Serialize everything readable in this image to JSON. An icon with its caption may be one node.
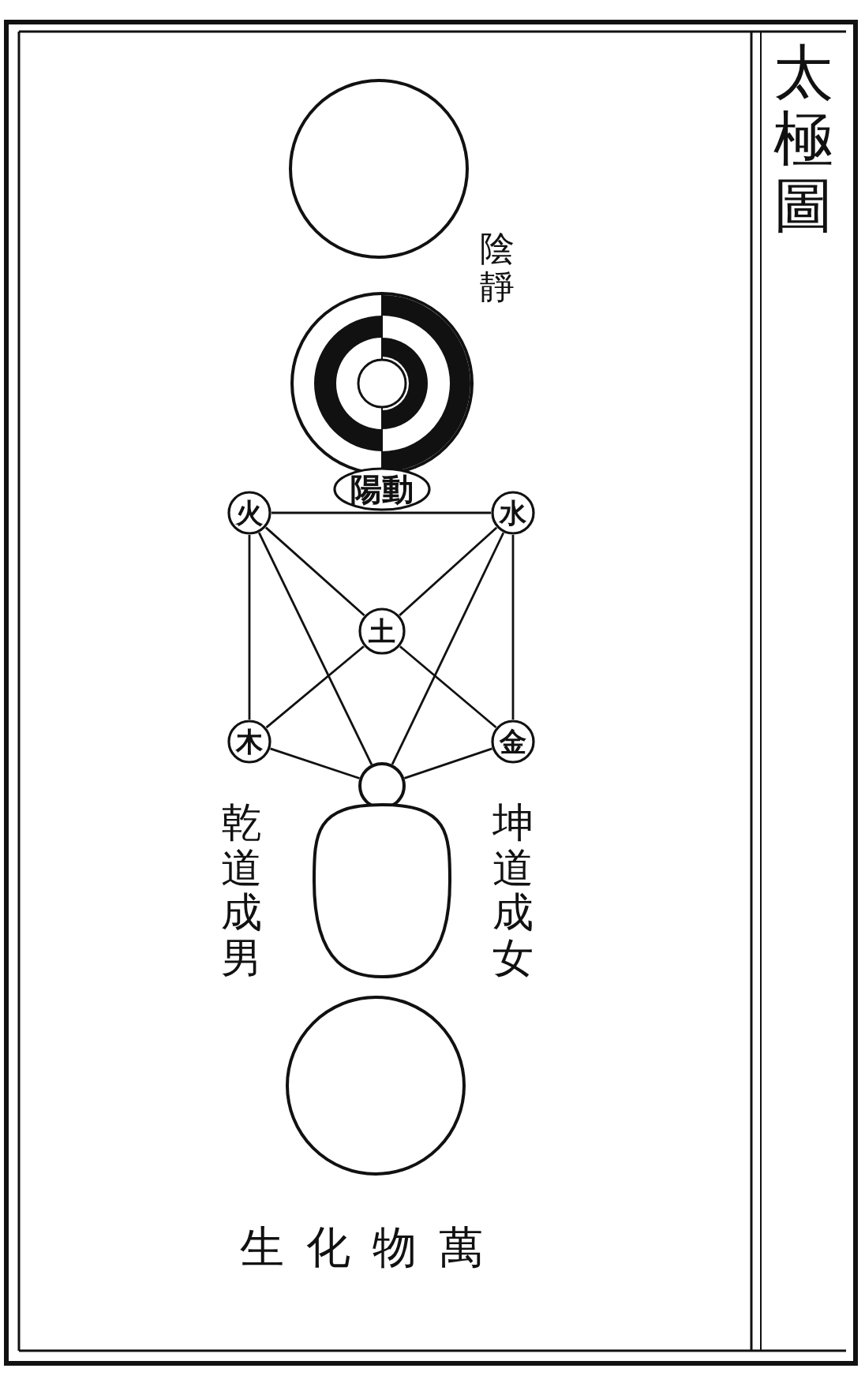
{
  "diagram": {
    "title": "太極圖",
    "nodes": [
      {
        "text": [],
        "shape": "circle"
      },
      {
        "text": [],
        "shape": "circle",
        "beside": [
          "陰靜"
        ]
      },
      {
        "text": [
          "陽動"
        ]
      },
      {
        "text": [
          "火"
        ]
      },
      {
        "text": [
          "水"
        ]
      },
      {
        "text": [
          "土"
        ]
      },
      {
        "text": [
          "木"
        ]
      },
      {
        "text": [
          "金"
        ]
      },
      {
        "text": [],
        "shape": "circle"
      },
      {
        "text": [],
        "shape": "oval",
        "beside": [
          "乾道成男",
          "坤道成女"
        ]
      },
      {
        "text": [],
        "shape": "circle",
        "beside": [
          "生化物萬"
        ]
      }
    ],
    "edges": [
      {
        "from": 3,
        "to": 4,
        "arrow": "none"
      },
      {
        "from": 3,
        "to": 6,
        "arrow": "none"
      },
      {
        "from": 4,
        "to": 7,
        "arrow": "none"
      },
      {
        "from": 3,
        "to": 5,
        "arrow": "none"
      },
      {
        "from": 4,
        "to": 5,
        "arrow": "none"
      },
      {
        "from": 5,
        "to": 6,
        "arrow": "none"
      },
      {
        "from": 5,
        "to": 7,
        "arrow": "none"
      },
      {
        "from": 3,
        "to": 8,
        "arrow": "none"
      },
      {
        "from": 4,
        "to": 8,
        "arrow": "none"
      },
      {
        "from": 6,
        "to": 8,
        "arrow": "none"
      },
      {
        "from": 7,
        "to": 8,
        "arrow": "none"
      }
    ]
  }
}
